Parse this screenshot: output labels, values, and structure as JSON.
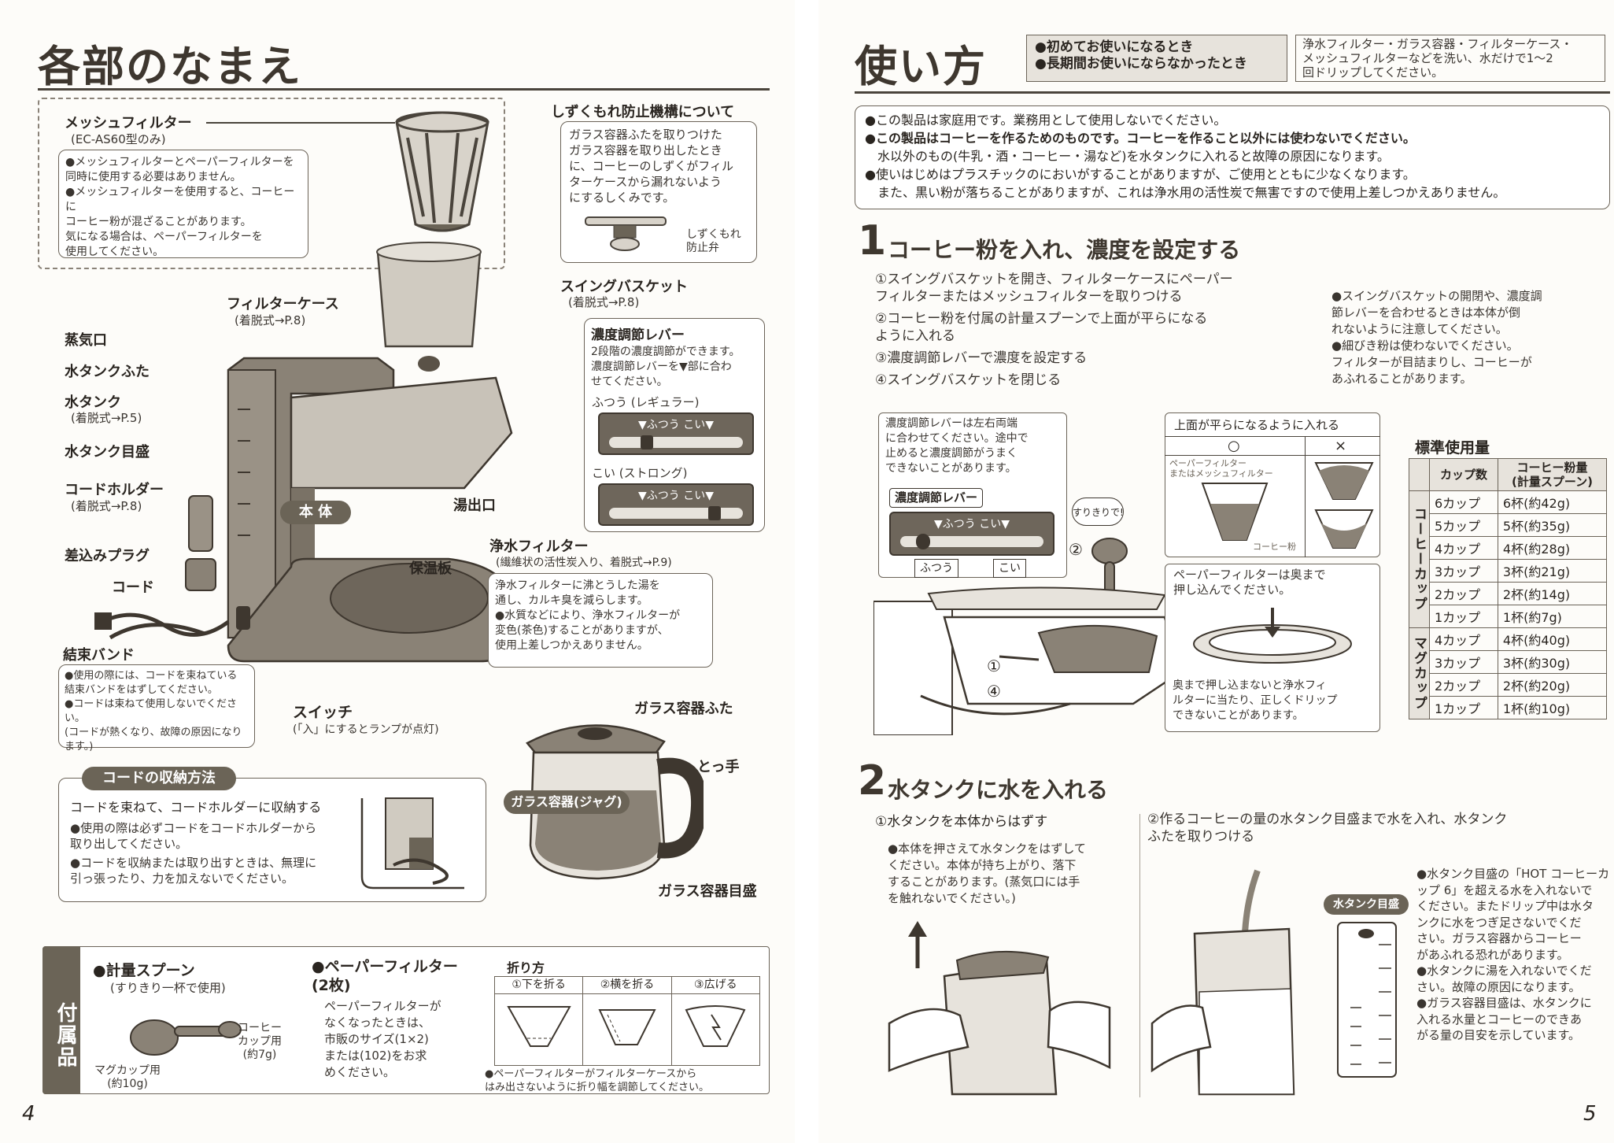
{
  "left": {
    "title": "各部のなまえ",
    "page_number": "4",
    "mesh_filter": {
      "label": "メッシュフィルター",
      "model": "(EC-AS60型のみ)",
      "notes": [
        "●メッシュフィルターとペーパーフィルターを\n同時に使用する必要はありません。",
        "●メッシュフィルターを使用すると、コーヒーに\nコーヒー粉が混ざることがあります。\n気になる場合は、ペーパーフィルターを\n使用してください。"
      ]
    },
    "drip_stop": {
      "title": "しずくもれ防止機構について",
      "text": "ガラス容器ふたを取りつけた\nガラス容器を取り出したとき\nに、コーヒーのしずくがフィル\nターケースから漏れないよう\nにするしくみです。",
      "valve_label": "しずくもれ\n防止弁"
    },
    "parts": {
      "filter_case": "フィルターケース",
      "filter_case_note": "(着脱式→P.8)",
      "swing_basket": "スイングバスケット",
      "swing_basket_note": "(着脱式→P.8)",
      "steam_vent": "蒸気口",
      "tank_lid": "水タンクふた",
      "tank": "水タンク",
      "tank_note": "(着脱式→P.5)",
      "tank_scale": "水タンク目盛",
      "cord_holder": "コードホルダー",
      "cord_holder_note": "(着脱式→P.8)",
      "plug": "差込みプラグ",
      "cord": "コード",
      "band": "結束バンド",
      "body": "本 体",
      "outlet": "湯出口",
      "warming_plate": "保温板",
      "switch": "スイッチ",
      "switch_note": "(「入」にするとランプが点灯)",
      "carafe_lid": "ガラス容器ふた",
      "handle": "とっ手",
      "carafe": "ガラス容器(ジャグ)",
      "carafe_scale": "ガラス容器目盛"
    },
    "strength_lever": {
      "title": "濃度調節レバー",
      "text": "2段階の濃度調節ができます。\n濃度調節レバーを▼部に合わ\nせてください。",
      "regular": "ふつう (レギュラー)",
      "strong": "こい (ストロング)",
      "scale": "▼ふつう こい▼"
    },
    "water_filter": {
      "label": "浄水フィルター",
      "note": "(繊維状の活性炭入り、着脱式→P.9)",
      "text": "浄水フィルターに沸とうした湯を\n通し、カルキ臭を減らします。",
      "bullet": "●水質などにより、浄水フィルターが\n変色(茶色)することがありますが、\n使用上差しつかえありません。"
    },
    "cord_notes": "●使用の際には、コードを束ねている\n結束バンドをはずしてください。\n●コードは束ねて使用しないでください。\n(コードが熱くなり、故障の原因になり\nます。)",
    "cord_storage": {
      "title": "コードの収納方法",
      "lead": "コードを束ねて、コードホルダーに収納する",
      "bullets": [
        "●使用の際は必ずコードをコードホルダーから\n取り出してください。",
        "●コードを収納または取り出すときは、無理に\n引っ張ったり、力を加えないでください。"
      ]
    },
    "accessories": {
      "tag": "付属品",
      "spoon_title": "●計量スプーン",
      "spoon_note": "(すりきり一杯で使用)",
      "spoon_coffee": "コーヒー\nカップ用\n(約7g)",
      "spoon_mug": "マグカップ用\n(約10g)",
      "paper_title": "●ペーパーフィルター\n(2枚)",
      "paper_text": "ペーパーフィルターが\nなくなったときは、\n市販のサイズ(1×2)\nまたは(102)をお求\nめください。",
      "fold_title": "折り方",
      "fold_steps": [
        "①下を折る",
        "②横を折る",
        "③広げる"
      ],
      "fold_note": "●ペーパーフィルターがフィルターケースから\nはみ出さないように折り幅を調節してください。"
    }
  },
  "right": {
    "title": "使い方",
    "page_number": "5",
    "first_use": {
      "conditions": [
        "●初めてお使いになるとき",
        "●長期間お使いにならなかったとき"
      ],
      "instruction": "浄水フィルター・ガラス容器・フィルターケース・\nメッシュフィルターなどを洗い、水だけで1〜2\n回ドリップしてください。"
    },
    "notices": [
      "●この製品は家庭用です。業務用として使用しないでください。",
      "●この製品はコーヒーを作るためのものです。コーヒーを作ること以外には使わないでください。",
      "水以外のもの(牛乳・酒・コーヒー・湯など)を水タンクに入れると故障の原因になります。",
      "●使いはじめはプラスチックのにおいがすることがありますが、ご使用とともに少なくなります。",
      "また、黒い粉が落ちることがありますが、これは浄水用の活性炭で無害ですので使用上差しつかえありません。"
    ],
    "step1": {
      "num": "1",
      "title": "コーヒー粉を入れ、濃度を設定する",
      "items": [
        "①スイングバスケットを開き、フィルターケースにペーパー\nフィルターまたはメッシュフィルターを取りつける",
        "②コーヒー粉を付属の計量スプーンで上面が平らになる\nように入れる",
        "③濃度調節レバーで濃度を設定する",
        "④スイングバスケットを閉じる"
      ],
      "tips": "●スイングバスケットの開閉や、濃度調\n節レバーを合わせるときは本体が倒\nれないように注意してください。\n●細びき粉は使わないでください。\nフィルターが目詰まりし、コーヒーが\nあふれることがあります。",
      "lever_note": "濃度調節レバーは左右両端\nに合わせてください。途中で\n止めると濃度調節がうまく\nできないことがあります。",
      "lever_label": "濃度調節レバー",
      "lever_scale": "▼ふつう こい▼",
      "lever_regular": "ふつう",
      "lever_strong": "こい",
      "spoon_tag": "すりきりで!",
      "flat_title": "上面が平らになるように入れる",
      "flat_ok": "○",
      "flat_ng": "×",
      "flat_filter": "ペーパーフィルター\nまたはメッシュフィルター",
      "flat_grounds": "コーヒー粉",
      "push_title": "ペーパーフィルターは奥まで\n押し込んでください。",
      "push_note": "奥まで押し込まないと浄水フィ\nルターに当たり、正しくドリップ\nできないことがあります。",
      "circle2": "②",
      "circle1": "①",
      "circle4": "④"
    },
    "table": {
      "title": "標準使用量",
      "col1": "カップ数",
      "col2": "コーヒー粉量\n(計量スプーン)",
      "group1": "コーヒーカップ",
      "group2": "マグカップ",
      "coffee_rows": [
        [
          "6カップ",
          "6杯(約42g)"
        ],
        [
          "5カップ",
          "5杯(約35g)"
        ],
        [
          "4カップ",
          "4杯(約28g)"
        ],
        [
          "3カップ",
          "3杯(約21g)"
        ],
        [
          "2カップ",
          "2杯(約14g)"
        ],
        [
          "1カップ",
          "1杯(約7g)"
        ]
      ],
      "mug_rows": [
        [
          "4カップ",
          "4杯(約40g)"
        ],
        [
          "3カップ",
          "3杯(約30g)"
        ],
        [
          "2カップ",
          "2杯(約20g)"
        ],
        [
          "1カップ",
          "1杯(約10g)"
        ]
      ]
    },
    "step2": {
      "num": "2",
      "title": "水タンクに水を入れる",
      "item1": "①水タンクを本体からはずす",
      "item1_note": "●本体を押さえて水タンクをはずして\nください。本体が持ち上がり、落下\nすることがあります。(蒸気口には手\nを触れないでください。)",
      "item2": "②作るコーヒーの量の水タンク目盛まで水を入れ、水タンク\nふたを取りつける",
      "scale_label": "水タンク目盛",
      "notes": "●水タンク目盛の「HOT コーヒーカ\nップ 6」を超える水を入れないで\nください。またドリップ中は水タ\nンクに水をつぎ足さないでくだ\nさい。ガラス容器からコーヒー\nがあふれる恐れがあります。\n●水タンクに湯を入れないでくだ\nさい。故障の原因になります。\n●ガラス容器目盛は、水タンクに\n入れる水量とコーヒーのできあ\nがる量の目安を示しています。"
    }
  }
}
